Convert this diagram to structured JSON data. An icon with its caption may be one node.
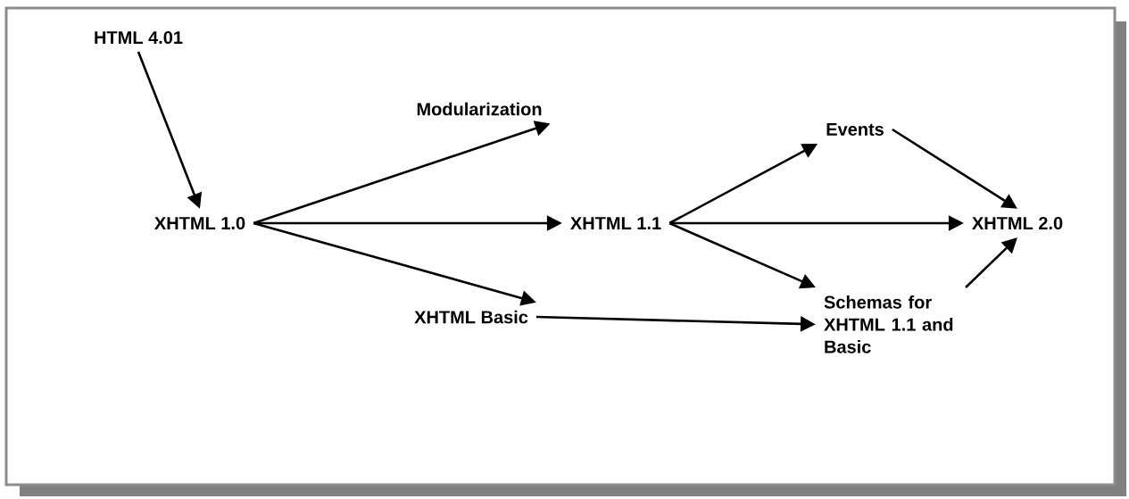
{
  "diagram": {
    "nodes": [
      {
        "text": [
          "HTML 4.01"
        ]
      },
      {
        "text": [
          "XHTML 1.0"
        ]
      },
      {
        "text": [
          "Modularization"
        ]
      },
      {
        "text": [
          "XHTML 1.1"
        ]
      },
      {
        "text": [
          "XHTML Basic"
        ]
      },
      {
        "text": [
          "Events"
        ]
      },
      {
        "text": [
          "XHTML 2.0"
        ]
      },
      {
        "text": [
          "Schemas for XHTML 1.1 and Basic"
        ]
      }
    ],
    "edges": [
      {
        "from": 0,
        "to": 1,
        "arrow": "to"
      },
      {
        "from": 1,
        "to": 2,
        "arrow": "to"
      },
      {
        "from": 1,
        "to": 3,
        "arrow": "to"
      },
      {
        "from": 1,
        "to": 4,
        "arrow": "to"
      },
      {
        "from": 3,
        "to": 5,
        "arrow": "to"
      },
      {
        "from": 3,
        "to": 6,
        "arrow": "to"
      },
      {
        "from": 3,
        "to": 7,
        "arrow": "to"
      },
      {
        "from": 4,
        "to": 7,
        "arrow": "to"
      },
      {
        "from": 5,
        "to": 6,
        "arrow": "to"
      },
      {
        "from": 7,
        "to": 6,
        "arrow": "to"
      }
    ]
  }
}
